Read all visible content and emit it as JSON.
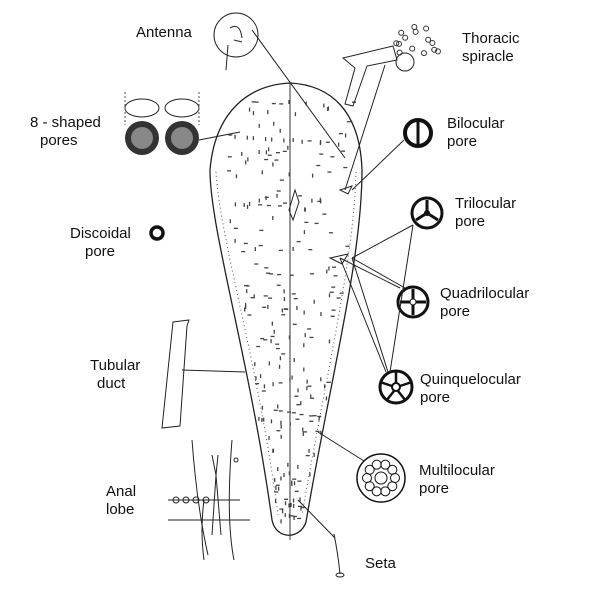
{
  "labels": {
    "antenna": "Antenna",
    "thoracic_spiracle": [
      "Thoracic",
      "spiracle"
    ],
    "eight_shaped_pores": [
      "8 - shaped",
      "pores"
    ],
    "bilocular_pore": [
      "Bilocular",
      "pore"
    ],
    "trilocular_pore": [
      "Trilocular",
      "pore"
    ],
    "discoidal_pore": [
      "Discoidal",
      "pore"
    ],
    "quadrilocular_pore": [
      "Quadrilocular",
      "pore"
    ],
    "tubular_duct": [
      "Tubular",
      "duct"
    ],
    "quinquelocular_pore": [
      "Quinquelocular",
      "pore"
    ],
    "multilocular_pore": [
      "Multilocular",
      "pore"
    ],
    "anal_lobe": [
      "Anal",
      "lobe"
    ],
    "seta": "Seta"
  }
}
